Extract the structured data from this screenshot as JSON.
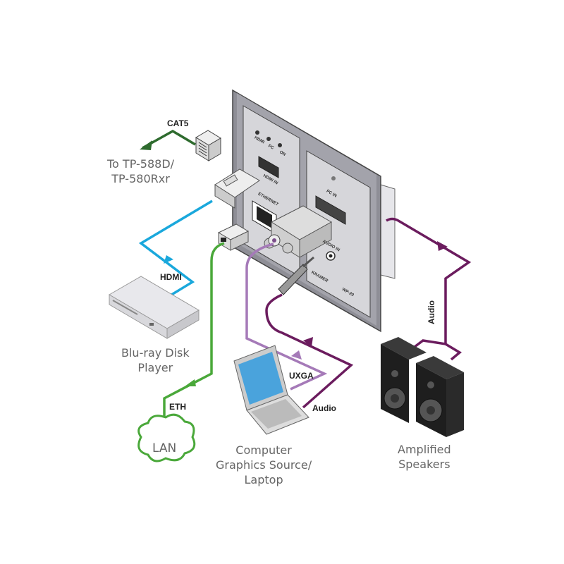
{
  "diagram": {
    "device": {
      "brand": "KRAMER",
      "model": "WP-20",
      "left_panel": {
        "leds": [
          "HDMI",
          "PC",
          "ON"
        ],
        "ports": [
          "HDMI IN",
          "ETHERNET"
        ]
      },
      "right_panel": {
        "ports": [
          "PC IN",
          "AUDIO IN"
        ]
      }
    },
    "cables": {
      "cat5": {
        "label": "CAT5",
        "color": "#2e6b2e"
      },
      "hdmi": {
        "label": "HDMI",
        "color": "#1aa8dc"
      },
      "eth": {
        "label": "ETH",
        "color": "#4aa83a"
      },
      "uxga": {
        "label": "UXGA",
        "color": "#a57ab8"
      },
      "audio_in": {
        "label": "Audio",
        "color": "#6b1c5e"
      },
      "audio_out": {
        "label": "Audio",
        "color": "#6b1c5e"
      }
    },
    "nodes": {
      "receiver": [
        "To TP-588D/",
        "TP-580Rxr"
      ],
      "bluray": [
        "Blu-ray Disk",
        "Player"
      ],
      "lan": "LAN",
      "laptop": [
        "Computer",
        "Graphics Source/",
        "Laptop"
      ],
      "speakers": [
        "Amplified",
        "Speakers"
      ]
    }
  }
}
